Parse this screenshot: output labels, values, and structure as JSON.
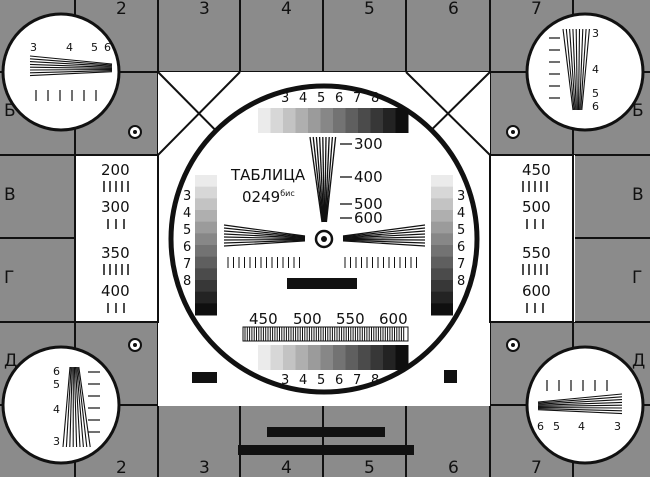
{
  "card": {
    "title": "ТАБЛИЦА",
    "code": "0249",
    "code_suffix": "бис"
  },
  "colors": {
    "background_gray": "#8b8b8b",
    "line": "#111111",
    "white": "#ffffff"
  },
  "top_columns": [
    "2",
    "3",
    "4",
    "5",
    "6",
    "7"
  ],
  "bottom_columns": [
    "2",
    "3",
    "4",
    "5",
    "6",
    "7"
  ],
  "left_rows": [
    "Б",
    "В",
    "Г",
    "Д"
  ],
  "right_rows": [
    "Б",
    "В",
    "Г",
    "Д"
  ],
  "top_gray_steps": [
    "3",
    "4",
    "5",
    "6",
    "7",
    "8"
  ],
  "bottom_gray_steps": [
    "3",
    "4",
    "5",
    "6",
    "7",
    "8"
  ],
  "left_gray_steps": [
    "3",
    "4",
    "5",
    "6",
    "7",
    "8"
  ],
  "right_gray_steps": [
    "3",
    "4",
    "5",
    "6",
    "7",
    "8"
  ],
  "center_vertical_wedge": [
    "300",
    "400",
    "500",
    "600"
  ],
  "resolution_strip": [
    "450",
    "500",
    "550",
    "600"
  ],
  "left_side_lines": [
    "200",
    "300",
    "350",
    "400"
  ],
  "right_side_lines": [
    "450",
    "500",
    "550",
    "600"
  ],
  "corner_top_left": [
    "3",
    "4",
    "5",
    "6"
  ],
  "corner_top_right": [
    "3",
    "4",
    "5",
    "6"
  ],
  "corner_bottom_left": [
    "6",
    "5",
    "4",
    "3"
  ],
  "corner_bottom_right": [
    "6",
    "5",
    "4",
    "3"
  ]
}
